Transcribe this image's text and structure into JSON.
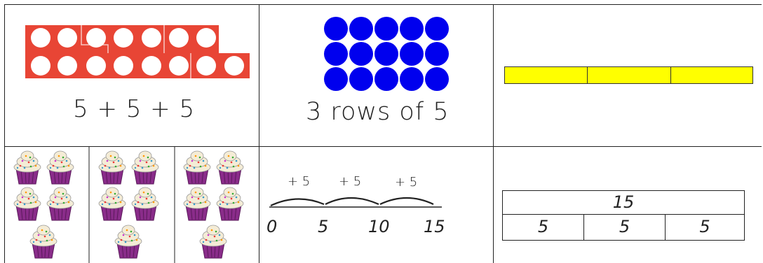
{
  "cells": {
    "tenframes": {
      "caption": "5 + 5 + 5"
    },
    "array": {
      "caption": "3 rows of 5"
    },
    "numberline": {
      "jumps": [
        "+ 5",
        "+ 5",
        "+ 5"
      ],
      "ticks": [
        "0",
        "5",
        "10",
        "15"
      ]
    },
    "barmodel": {
      "total": "15",
      "parts": [
        "5",
        "5",
        "5"
      ]
    }
  },
  "colors": {
    "tenframe": "#e84535",
    "dot": "#0000ee",
    "bar": "#ffff00",
    "cupcake_case": "#8a2c8a",
    "frosting": "#f4ecd6"
  }
}
